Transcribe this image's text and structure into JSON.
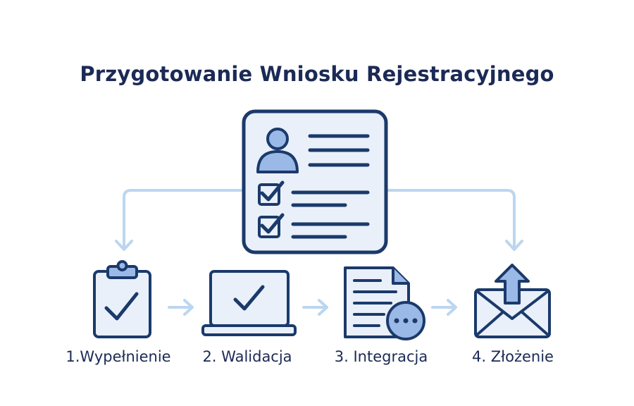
{
  "title": "Przygotowanie Wniosku Rejestracyjnego",
  "steps": [
    {
      "label": "1.Wypełnienie",
      "icon": "clipboard-check-icon"
    },
    {
      "label": "2. Walidacja",
      "icon": "laptop-check-icon"
    },
    {
      "label": "3. Integracja",
      "icon": "document-dots-icon"
    },
    {
      "label": "4. Złożenie",
      "icon": "envelope-upload-icon"
    }
  ],
  "central_icon": "registration-form-icon",
  "colors": {
    "stroke": "#1b3a6b",
    "fill_light": "#e9f0fa",
    "fill_accent": "#9ab9e6",
    "connector": "#bcd6ef",
    "text": "#1b2a55"
  }
}
